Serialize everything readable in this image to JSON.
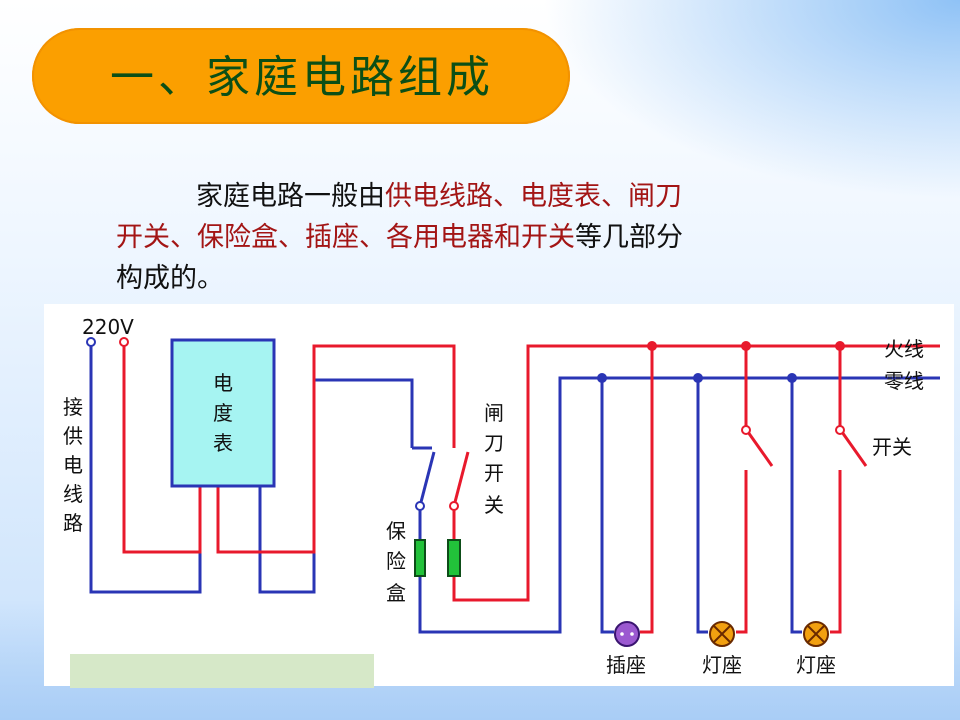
{
  "slide": {
    "title": "一、家庭电路组成",
    "intro": {
      "line1": [
        {
          "text": "家庭电路一般由",
          "highlight": false
        },
        {
          "text": "供电线路、电度表、闸刀",
          "highlight": true
        }
      ],
      "line2": [
        {
          "text": "开关、保险盒、插座、各用电器和开关",
          "highlight": true
        },
        {
          "text": "等几部分",
          "highlight": false
        }
      ],
      "line3": [
        {
          "text": "构成的。",
          "highlight": false
        }
      ]
    }
  },
  "diagram": {
    "voltage_label": "220V",
    "supply_label": [
      "接",
      "供",
      "电",
      "线",
      "路"
    ],
    "meter_label": [
      "电",
      "度",
      "表"
    ],
    "knife_switch_label": [
      "闸",
      "刀",
      "开",
      "关"
    ],
    "fuse_box_label": [
      "保",
      "险",
      "盒"
    ],
    "live_wire_label": "火线",
    "neutral_wire_label": "零线",
    "switch_label": "开关",
    "socket_label": "插座",
    "lamp1_label": "灯座",
    "lamp2_label": "灯座"
  },
  "colors": {
    "title_bg": "#fb9f00",
    "title_text": "#0b4f16",
    "highlight_text": "#a31515",
    "live_wire": "#e8192c",
    "neutral_wire": "#2a35b5",
    "meter_fill": "#a6f4f2",
    "fuse_fill": "#22c23a",
    "socket_fill": "#9b59d0",
    "lamp_fill": "#f2a010"
  }
}
